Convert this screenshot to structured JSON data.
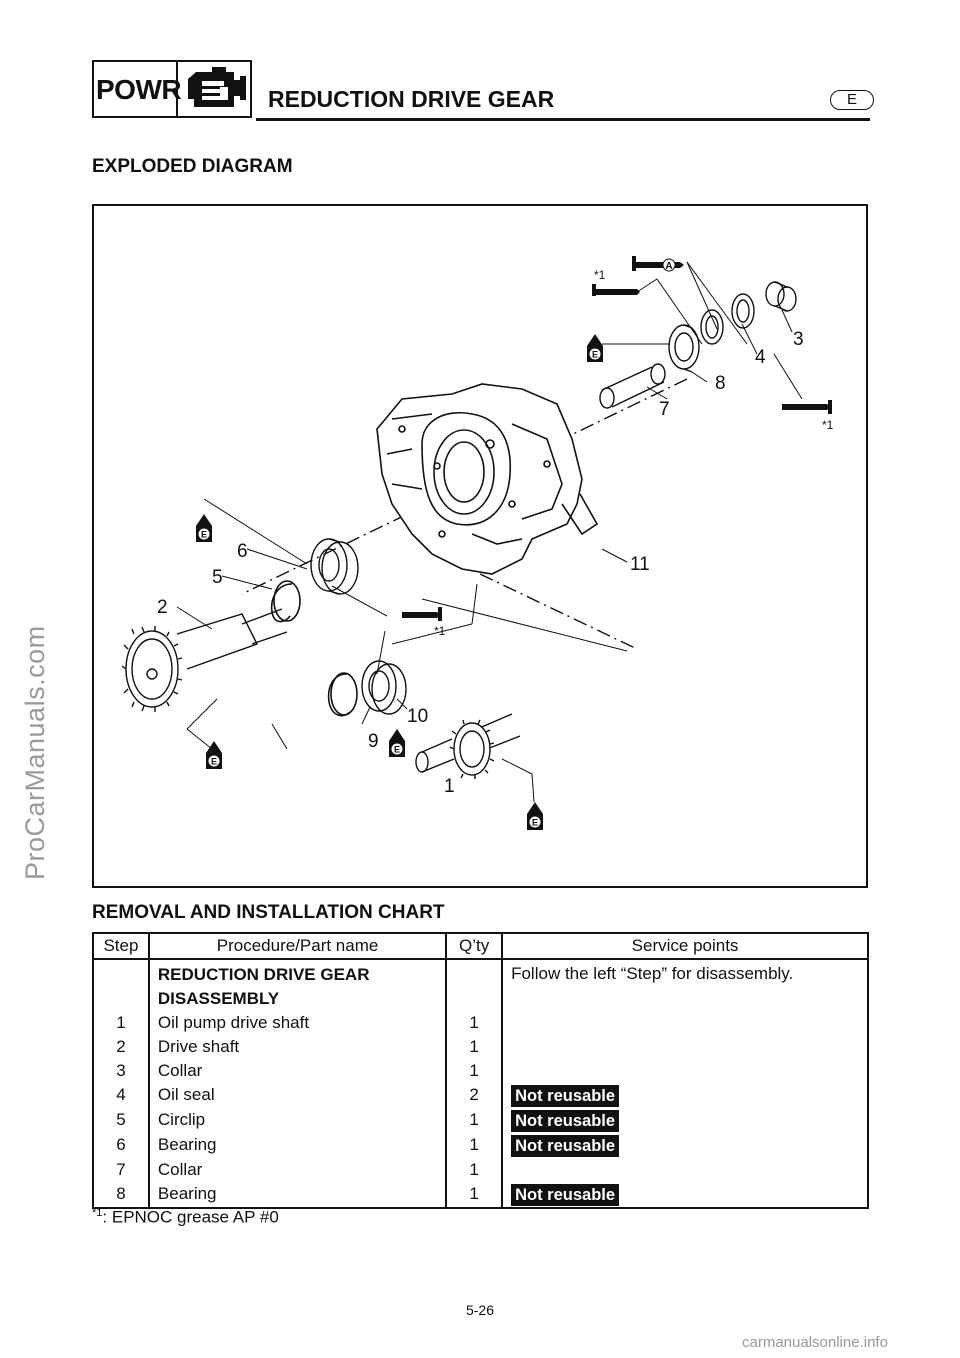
{
  "header": {
    "section_badge": "POWR",
    "title": "REDUCTION DRIVE GEAR",
    "language": "E",
    "icon": "engine-icon"
  },
  "diagram": {
    "title": "EXPLODED DIAGRAM",
    "callouts": [
      "1",
      "2",
      "3",
      "4",
      "5",
      "6",
      "7",
      "8",
      "9",
      "10",
      "11"
    ],
    "grease_mark": "*1",
    "oil_symbol_letter": "E",
    "grease_a_letter": "A"
  },
  "chart": {
    "title": "REMOVAL AND INSTALLATION CHART",
    "headers": [
      "Step",
      "Procedure/Part name",
      "Q’ty",
      "Service points"
    ],
    "group_row": {
      "name_line1": "REDUCTION DRIVE GEAR",
      "name_line2": "DISASSEMBLY",
      "note": "Follow the left “Step” for disassembly."
    },
    "rows": [
      {
        "step": "1",
        "name": "Oil pump drive shaft",
        "qty": "1",
        "service": ""
      },
      {
        "step": "2",
        "name": "Drive shaft",
        "qty": "1",
        "service": ""
      },
      {
        "step": "3",
        "name": "Collar",
        "qty": "1",
        "service": ""
      },
      {
        "step": "4",
        "name": "Oil seal",
        "qty": "2",
        "service": "Not reusable"
      },
      {
        "step": "5",
        "name": "Circlip",
        "qty": "1",
        "service": "Not reusable"
      },
      {
        "step": "6",
        "name": "Bearing",
        "qty": "1",
        "service": "Not reusable"
      },
      {
        "step": "7",
        "name": "Collar",
        "qty": "1",
        "service": ""
      },
      {
        "step": "8",
        "name": "Bearing",
        "qty": "1",
        "service": "Not reusable"
      }
    ]
  },
  "footnote": {
    "mark": "*1",
    "text": ": EPNOC grease AP #0"
  },
  "page_number": "5-26",
  "watermarks": {
    "left": "ProCarManuals.com",
    "bottom": "carmanualsonline.info"
  }
}
